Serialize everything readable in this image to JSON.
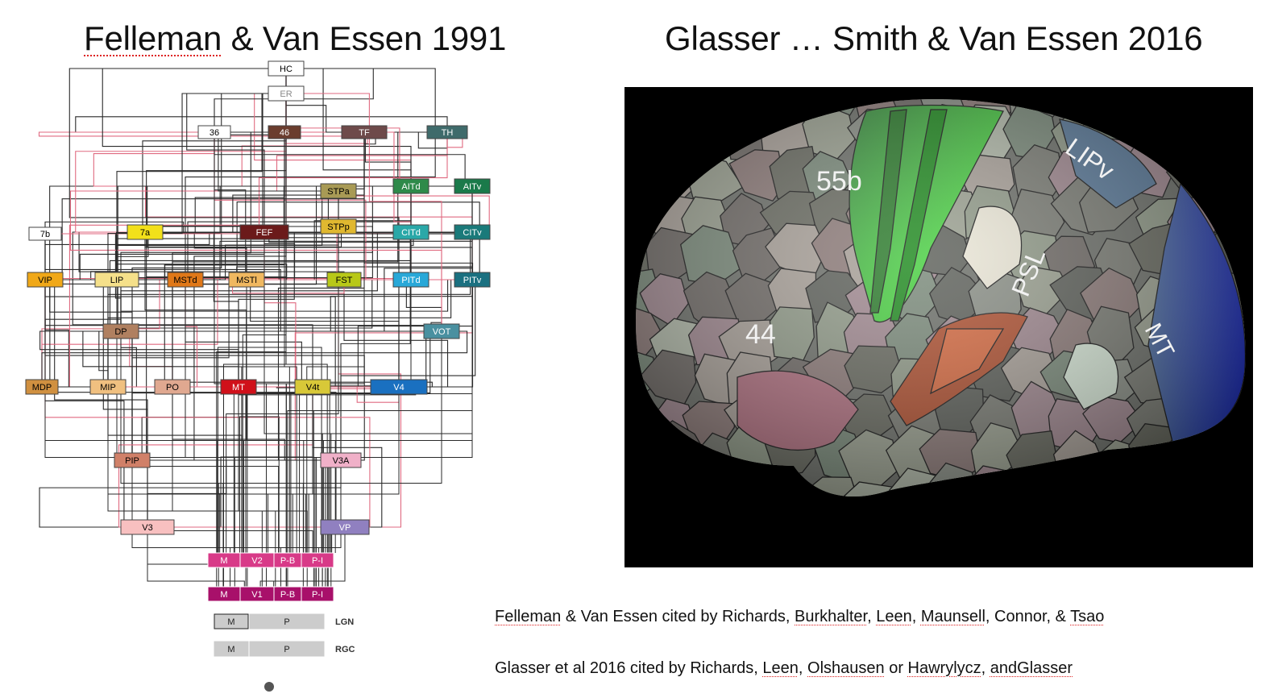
{
  "titles": {
    "left_prefix": "Felleman",
    "left_rest": " & Van Essen 1991",
    "right": "Glasser … Smith & Van Essen 2016"
  },
  "hierarchy": {
    "areas": [
      {
        "id": "HC",
        "label": "HC",
        "color": "#ffffff",
        "text": "#000000"
      },
      {
        "id": "ER",
        "label": "ER",
        "color": "#ffffff",
        "text": "#888888"
      },
      {
        "id": "36",
        "label": "36",
        "color": "#ffffff",
        "text": "#000000"
      },
      {
        "id": "46",
        "label": "46",
        "color": "#6b3d2e",
        "text": "#ffffff"
      },
      {
        "id": "TF",
        "label": "TF",
        "color": "#6e4a4a",
        "text": "#ffffff"
      },
      {
        "id": "TH",
        "label": "TH",
        "color": "#3f6b6b",
        "text": "#ffffff"
      },
      {
        "id": "STPa",
        "label": "STPa",
        "color": "#a89a55",
        "text": "#000000"
      },
      {
        "id": "AITd",
        "label": "AITd",
        "color": "#2e8a4a",
        "text": "#ffffff"
      },
      {
        "id": "AITv",
        "label": "AITv",
        "color": "#1a7a4a",
        "text": "#ffffff"
      },
      {
        "id": "7b",
        "label": "7b",
        "color": "#ffffff",
        "text": "#000000"
      },
      {
        "id": "7a",
        "label": "7a",
        "color": "#f2e01a",
        "text": "#000000"
      },
      {
        "id": "FEF",
        "label": "FEF",
        "color": "#6b1a1a",
        "text": "#ffffff"
      },
      {
        "id": "STPp",
        "label": "STPp",
        "color": "#e0b830",
        "text": "#000000"
      },
      {
        "id": "CITd",
        "label": "CITd",
        "color": "#2aa8a8",
        "text": "#ffffff"
      },
      {
        "id": "CITv",
        "label": "CITv",
        "color": "#1a7a7a",
        "text": "#ffffff"
      },
      {
        "id": "VIP",
        "label": "VIP",
        "color": "#f0a818",
        "text": "#000000"
      },
      {
        "id": "LIP",
        "label": "LIP",
        "color": "#f5e08a",
        "text": "#000000"
      },
      {
        "id": "MSTd",
        "label": "MSTd",
        "color": "#e07818",
        "text": "#000000"
      },
      {
        "id": "MSTl",
        "label": "MSTl",
        "color": "#f0b860",
        "text": "#000000"
      },
      {
        "id": "FST",
        "label": "FST",
        "color": "#b8c818",
        "text": "#000000"
      },
      {
        "id": "PITd",
        "label": "PITd",
        "color": "#28a8d8",
        "text": "#ffffff"
      },
      {
        "id": "PITv",
        "label": "PITv",
        "color": "#1a7080",
        "text": "#ffffff"
      },
      {
        "id": "DP",
        "label": "DP",
        "color": "#b08060",
        "text": "#000000"
      },
      {
        "id": "VOT",
        "label": "VOT",
        "color": "#4a90a0",
        "text": "#ffffff"
      },
      {
        "id": "MDP",
        "label": "MDP",
        "color": "#d09040",
        "text": "#000000"
      },
      {
        "id": "MIP",
        "label": "MIP",
        "color": "#f0c080",
        "text": "#000000"
      },
      {
        "id": "PO",
        "label": "PO",
        "color": "#e0a890",
        "text": "#000000"
      },
      {
        "id": "MT",
        "label": "MT",
        "color": "#d0101a",
        "text": "#ffffff"
      },
      {
        "id": "V4t",
        "label": "V4t",
        "color": "#d8c838",
        "text": "#000000"
      },
      {
        "id": "V4",
        "label": "V4",
        "color": "#1a70c0",
        "text": "#ffffff"
      },
      {
        "id": "PIP",
        "label": "PIP",
        "color": "#d08068",
        "text": "#000000"
      },
      {
        "id": "V3A",
        "label": "V3A",
        "color": "#f0b0c8",
        "text": "#000000"
      },
      {
        "id": "V3",
        "label": "V3",
        "color": "#f8c0c0",
        "text": "#000000"
      },
      {
        "id": "VP",
        "label": "VP",
        "color": "#9080c0",
        "text": "#ffffff"
      }
    ],
    "v2": [
      "M",
      "V2",
      "P-B",
      "P-I"
    ],
    "v1": [
      "M",
      "V1",
      "P-B",
      "P-I"
    ],
    "lgn": {
      "m": "M",
      "p": "P",
      "label": "LGN"
    },
    "rgc": {
      "m": "M",
      "p": "P",
      "label": "RGC"
    },
    "v2_color": "#d83a88",
    "v1_color": "#a8106a"
  },
  "brain": {
    "labels": [
      "55b",
      "44",
      "PSL",
      "LIPv",
      "MT"
    ]
  },
  "citations": {
    "line1": [
      {
        "t": "Felleman",
        "u": true
      },
      {
        "t": " & Van Essen cited by Richards, ",
        "u": false
      },
      {
        "t": "Burkhalter",
        "u": true
      },
      {
        "t": ", ",
        "u": false
      },
      {
        "t": "Leen",
        "u": true
      },
      {
        "t": ", ",
        "u": false
      },
      {
        "t": "Maunsell",
        "u": true
      },
      {
        "t": ", Connor, & ",
        "u": false
      },
      {
        "t": "Tsao",
        "u": true
      }
    ],
    "line2": [
      {
        "t": "Glasser et al 2016 cited by Richards, ",
        "u": false
      },
      {
        "t": "Leen",
        "u": true
      },
      {
        "t": ", ",
        "u": false
      },
      {
        "t": "Olshausen",
        "u": true
      },
      {
        "t": " or ",
        "u": false
      },
      {
        "t": "Hawrylycz",
        "u": true
      },
      {
        "t": ", ",
        "u": false
      },
      {
        "t": "andGlasser",
        "u": true
      }
    ]
  }
}
